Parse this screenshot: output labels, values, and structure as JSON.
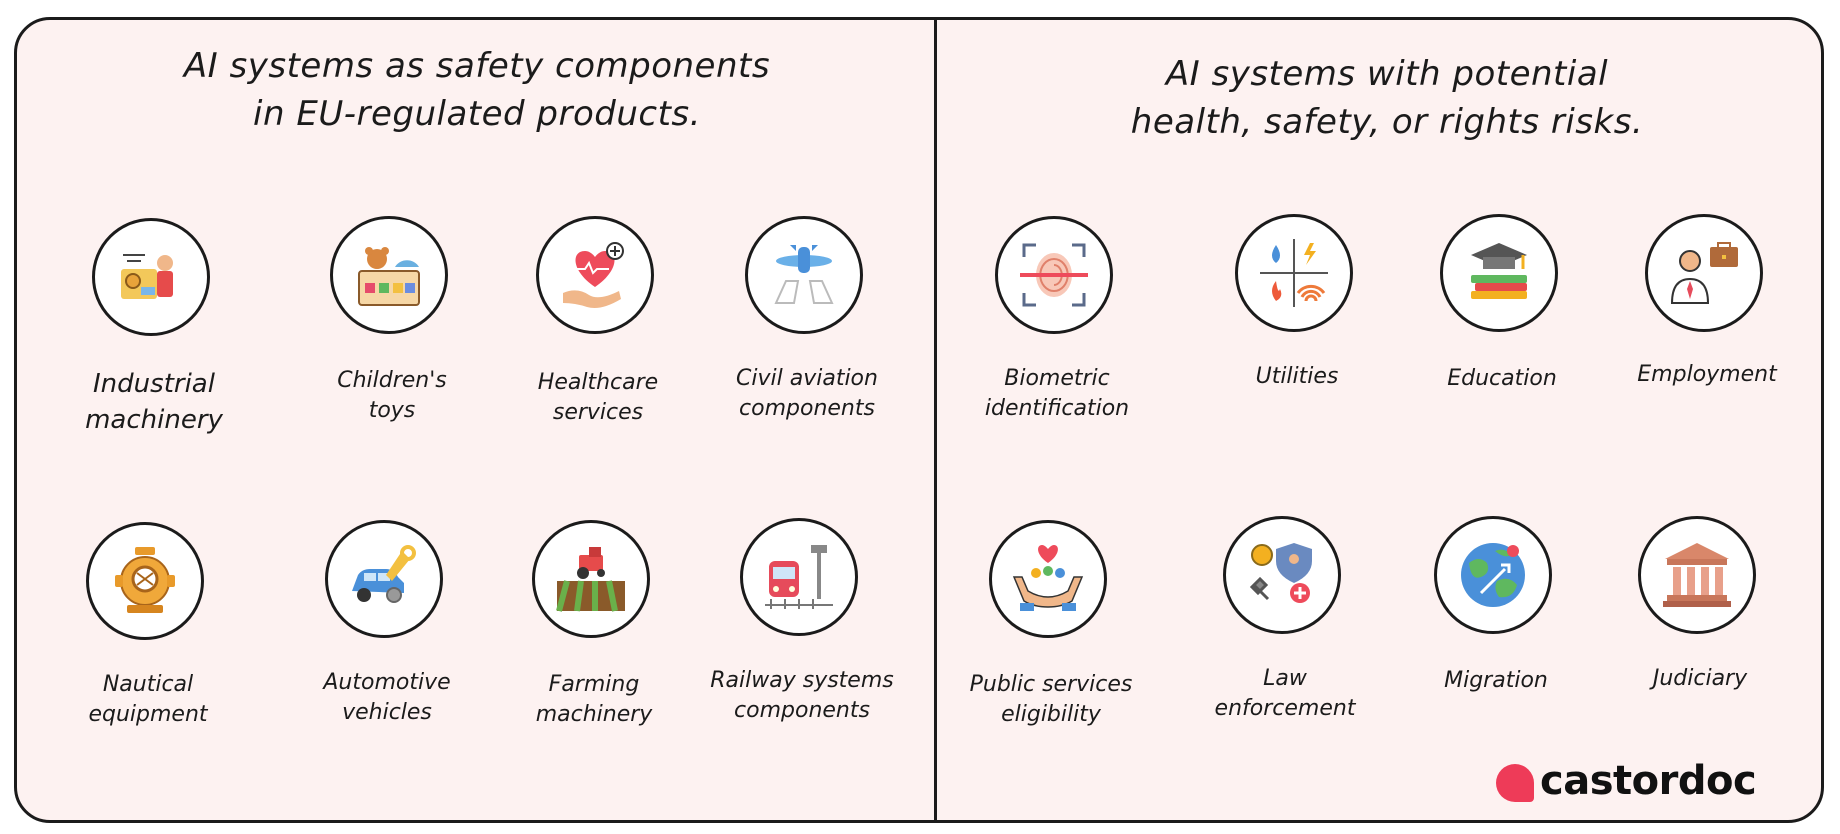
{
  "left": {
    "title": [
      "AI systems as safety components",
      "in EU-regulated products."
    ],
    "items": [
      {
        "icon": "industrial-machinery-icon",
        "label": [
          "Industrial",
          "machinery"
        ]
      },
      {
        "icon": "childrens-toys-icon",
        "label": [
          "Children's",
          "toys"
        ]
      },
      {
        "icon": "healthcare-services-icon",
        "label": [
          "Healthcare",
          "services"
        ]
      },
      {
        "icon": "civil-aviation-icon",
        "label": [
          "Civil aviation",
          "components"
        ]
      },
      {
        "icon": "nautical-equipment-icon",
        "label": [
          "Nautical",
          "equipment"
        ]
      },
      {
        "icon": "automotive-vehicles-icon",
        "label": [
          "Automotive",
          "vehicles"
        ]
      },
      {
        "icon": "farming-machinery-icon",
        "label": [
          "Farming",
          "machinery"
        ]
      },
      {
        "icon": "railway-systems-icon",
        "label": [
          "Railway systems",
          "components"
        ]
      }
    ]
  },
  "right": {
    "title": [
      "AI systems with potential",
      "health, safety, or rights risks."
    ],
    "items": [
      {
        "icon": "biometric-identification-icon",
        "label": [
          "Biometric",
          "identification"
        ]
      },
      {
        "icon": "utilities-icon",
        "label": [
          "Utilities"
        ]
      },
      {
        "icon": "education-icon",
        "label": [
          "Education"
        ]
      },
      {
        "icon": "employment-icon",
        "label": [
          "Employment"
        ]
      },
      {
        "icon": "public-services-icon",
        "label": [
          "Public services",
          "eligibility"
        ]
      },
      {
        "icon": "law-enforcement-icon",
        "label": [
          "Law",
          "enforcement"
        ]
      },
      {
        "icon": "migration-icon",
        "label": [
          "Migration"
        ]
      },
      {
        "icon": "judiciary-icon",
        "label": [
          "Judiciary"
        ]
      }
    ]
  },
  "logo": {
    "text": "castordoc",
    "color": "#ee3b58"
  }
}
